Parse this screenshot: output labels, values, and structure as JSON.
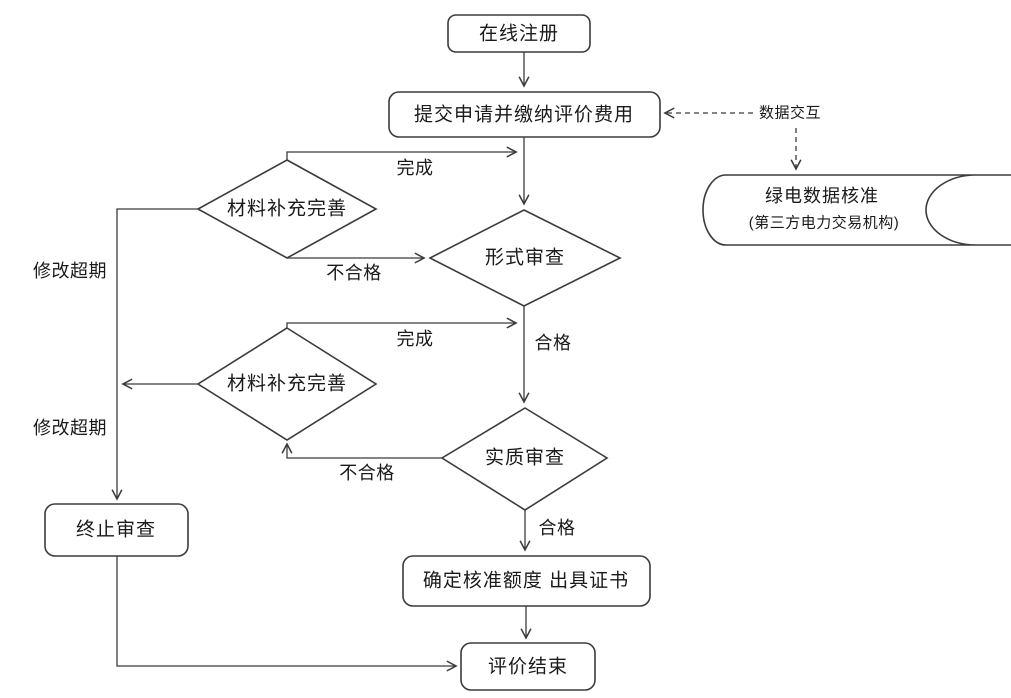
{
  "diagram": {
    "background_color": "#ffffff",
    "line_color": "#3b3b3b",
    "text_color": "#1a1a1a",
    "nodes": {
      "online_register": {
        "label": "在线注册",
        "shape": "rounded-rect"
      },
      "submit_application": {
        "label": "提交申请并缴纳评价费用",
        "shape": "rounded-rect"
      },
      "material_supplement_1": {
        "label": "材料补充完善",
        "shape": "diamond"
      },
      "formal_review": {
        "label": "形式审查",
        "shape": "diamond"
      },
      "material_supplement_2": {
        "label": "材料补充完善",
        "shape": "diamond"
      },
      "substantive_review": {
        "label": "实质审查",
        "shape": "diamond"
      },
      "terminate_review": {
        "label": "终止审查",
        "shape": "rounded-rect"
      },
      "issue_certificate": {
        "label": "确定核准额度 出具证书",
        "shape": "rounded-rect"
      },
      "evaluation_end": {
        "label": "评价结束",
        "shape": "rounded-rect"
      },
      "green_data_check": {
        "label_line1": "绿电数据核准",
        "label_line2": "(第三方电力交易机构)",
        "shape": "stored-data"
      }
    },
    "edge_labels": {
      "complete_1": "完成",
      "fail_1": "不合格",
      "pass_1": "合格",
      "complete_2": "完成",
      "fail_2": "不合格",
      "pass_2": "合格",
      "overdue_1": "修改超期",
      "overdue_2": "修改超期",
      "data_exchange": "数据交互"
    }
  }
}
